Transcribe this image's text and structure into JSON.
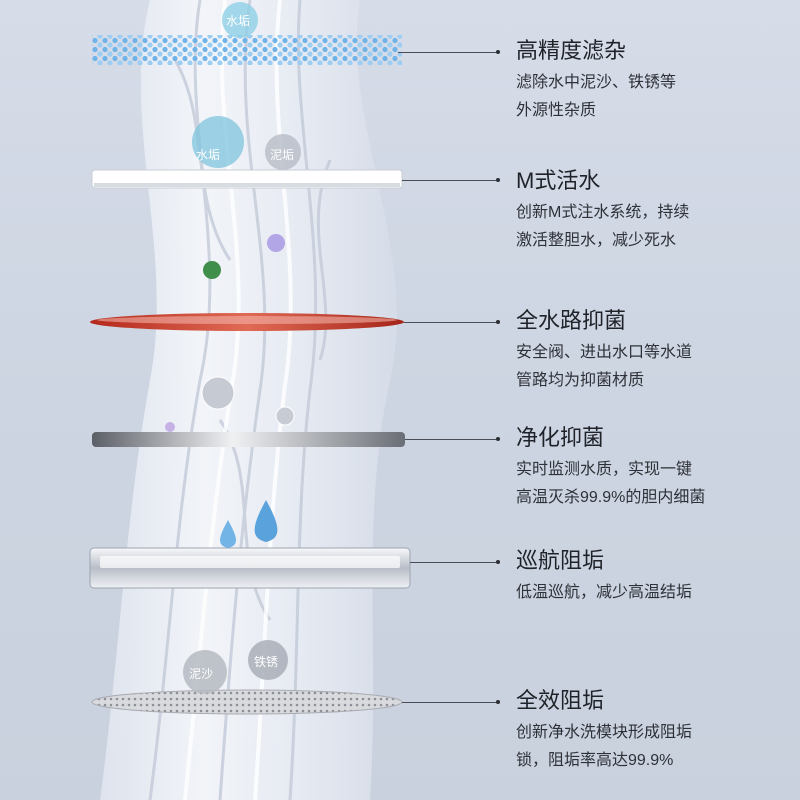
{
  "features": [
    {
      "title": "高精度滤杂",
      "lines": [
        "滤除水中泥沙、铁锈等",
        "外源性杂质"
      ]
    },
    {
      "title": "M式活水",
      "lines": [
        "创新M式注水系统，持续",
        "激活整胆水，减少死水"
      ]
    },
    {
      "title": "全水路抑菌",
      "lines": [
        "安全阀、进出水口等水道",
        "管路均为抑菌材质"
      ]
    },
    {
      "title": "净化抑菌",
      "lines": [
        "实时监测水质，实现一键",
        "高温灭杀99.9%的胆内细菌"
      ]
    },
    {
      "title": "巡航阻垢",
      "lines": [
        "低温巡航，减少高温结垢"
      ]
    },
    {
      "title": "全效阻垢",
      "lines": [
        "创新净水洗模块形成阻垢",
        "锁，阻垢率高达99.9%"
      ]
    }
  ],
  "particles": {
    "scale_top": "水垢",
    "scale_mid": "水垢",
    "scale_small": "泥垢",
    "mud": "泥沙",
    "rust": "铁锈"
  },
  "colors": {
    "accent_red": "#c23a2a",
    "text_dark": "#1f2228",
    "background": "#d0d7e3"
  }
}
